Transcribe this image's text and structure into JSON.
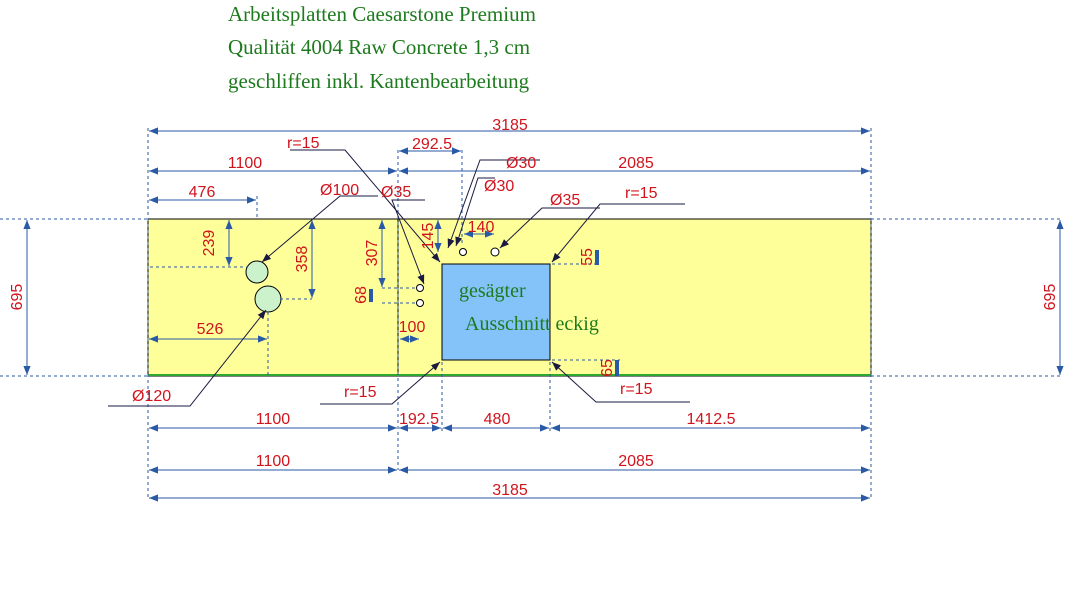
{
  "title_lines": [
    "Arbeitsplatten Caesarstone Premium",
    "Qualität 4004 Raw Concrete 1,3 cm",
    "geschliffen inkl. Kantenbearbeitung"
  ],
  "cutout_label": [
    "gesägter",
    "Ausschnitt eckig"
  ],
  "colors": {
    "slab": "#ffff99",
    "cutout": "#84c2fa",
    "hole": "#ccf2cc",
    "dimension_text": "#d0141e",
    "title_text": "#1e7a1e",
    "dimension_line": "#2a5aa6"
  },
  "dimensions": {
    "total_top": "3185",
    "top_left_1100": "1100",
    "top_292_5": "292.5",
    "top_d30_a": "Ø30",
    "top_2085": "2085",
    "d30_b": "Ø30",
    "d35_right": "Ø35",
    "r15_top_right": "r=15",
    "r15_top_left": "r=15",
    "d100": "Ø100",
    "d35_left": "Ø35",
    "w476": "476",
    "h239": "239",
    "h358": "358",
    "h307": "307",
    "h145": "145",
    "w140": "140",
    "h55": "55",
    "h68": "68",
    "w100": "100",
    "w526": "526",
    "d120": "Ø120",
    "r15_bottom_left": "r=15",
    "r15_bottom_right": "r=15",
    "h65": "65",
    "height_left": "695",
    "height_right": "695",
    "bot1_1100": "1100",
    "bot1_192_5": "192.5",
    "bot1_480": "480",
    "bot1_1412_5": "1412.5",
    "bot2_1100": "1100",
    "bot2_2085": "2085",
    "total_bottom": "3185"
  }
}
